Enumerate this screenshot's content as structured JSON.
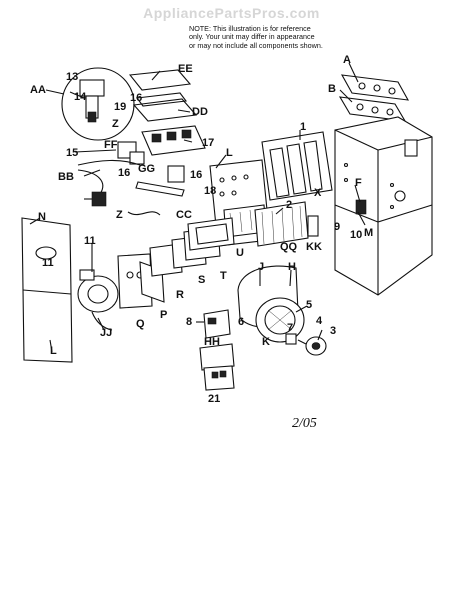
{
  "watermark": "AppliancePartsPros.com",
  "note": {
    "line1": "NOTE:    This illustration is for reference",
    "line2": "only.   Your unit may differ in appearance",
    "line3": "or may not include all components shown."
  },
  "date": "2/05",
  "labels": {
    "A": "A",
    "B": "B",
    "EE": "EE",
    "AA": "AA",
    "13": "13",
    "14": "14",
    "19": "19",
    "Z1": "Z",
    "16a": "16",
    "DD": "DD",
    "17": "17",
    "1": "1",
    "15": "15",
    "FF": "FF",
    "GG": "GG",
    "16b": "16",
    "16c": "16",
    "BB": "BB",
    "L1": "L",
    "18": "18",
    "X": "X",
    "F": "F",
    "2": "2",
    "Z2": "Z",
    "CC": "CC",
    "N": "N",
    "11a": "11",
    "9": "9",
    "10": "10",
    "M": "M",
    "QQ": "QQ",
    "KK": "KK",
    "U": "U",
    "11b": "11",
    "J": "J",
    "H": "H",
    "T": "T",
    "S": "S",
    "R": "R",
    "5": "5",
    "P": "P",
    "8": "8",
    "7": "7",
    "4": "4",
    "6": "6",
    "3": "3",
    "Q": "Q",
    "JJ": "JJ",
    "K": "K",
    "HH": "HH",
    "L2": "L",
    "21": "21"
  }
}
